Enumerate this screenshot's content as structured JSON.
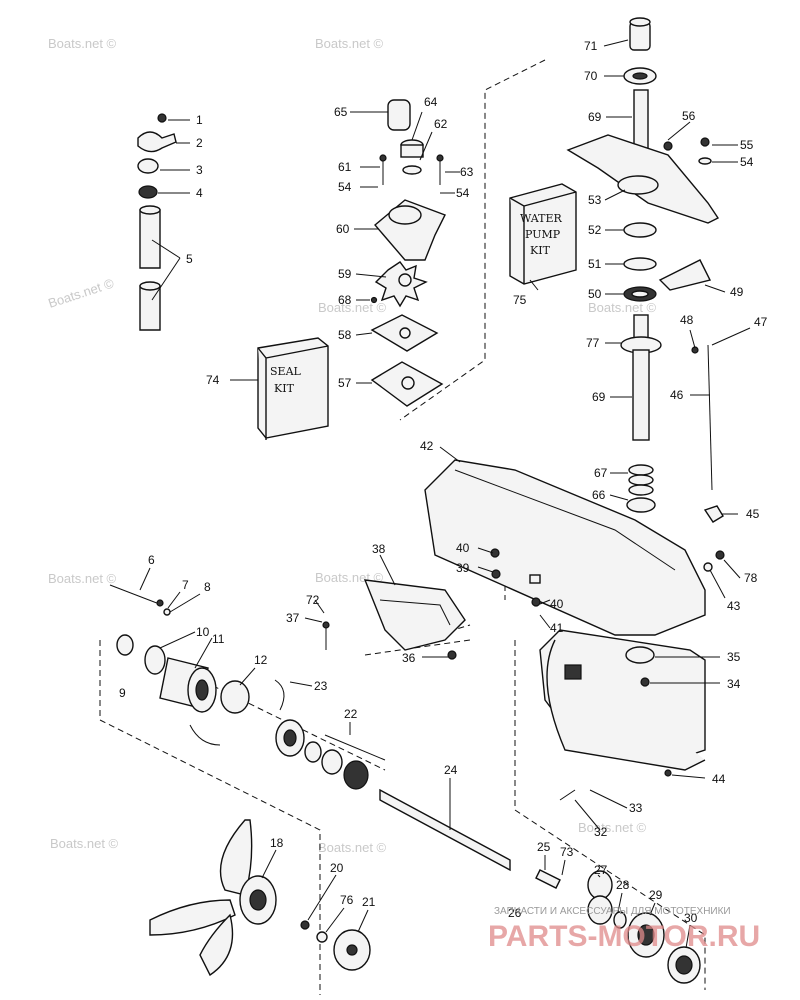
{
  "watermark": "Boats.net ©",
  "kits": {
    "water_pump": [
      "WATER",
      "PUMP",
      "KIT"
    ],
    "seal": [
      "SEAL",
      "KIT"
    ]
  },
  "brand": {
    "tagline": "ЗАПЧАСТИ И АКСЕССУАРЫ ДЛЯ МОТОТЕХНИКИ",
    "name": "PARTS-MOTOR.RU"
  },
  "labels": {
    "p1": "1",
    "p2": "2",
    "p3": "3",
    "p4": "4",
    "p5": "5",
    "p6": "6",
    "p7": "7",
    "p8": "8",
    "p9": "9",
    "p10": "10",
    "p11": "11",
    "p12": "12",
    "p18": "18",
    "p20": "20",
    "p21": "21",
    "p22": "22",
    "p23": "23",
    "p24": "24",
    "p25": "25",
    "p26": "26",
    "p27": "27",
    "p28": "28",
    "p29": "29",
    "p30": "30",
    "p32": "32",
    "p33": "33",
    "p34": "34",
    "p35": "35",
    "p36": "36",
    "p37": "37",
    "p38": "38",
    "p39": "39",
    "p40a": "40",
    "p40b": "40",
    "p41": "41",
    "p42": "42",
    "p43": "43",
    "p44": "44",
    "p45": "45",
    "p46": "46",
    "p47": "47",
    "p48": "48",
    "p49": "49",
    "p50": "50",
    "p51": "51",
    "p52": "52",
    "p53": "53",
    "p54a": "54",
    "p54b": "54",
    "p54c": "54",
    "p55": "55",
    "p56": "56",
    "p57": "57",
    "p58": "58",
    "p59": "59",
    "p60": "60",
    "p61": "61",
    "p62": "62",
    "p63": "63",
    "p64": "64",
    "p65": "65",
    "p66": "66",
    "p67": "67",
    "p68": "68",
    "p69a": "69",
    "p69b": "69",
    "p70": "70",
    "p71": "71",
    "p72": "72",
    "p73": "73",
    "p74": "74",
    "p75": "75",
    "p76": "76",
    "p77": "77",
    "p78": "78"
  }
}
